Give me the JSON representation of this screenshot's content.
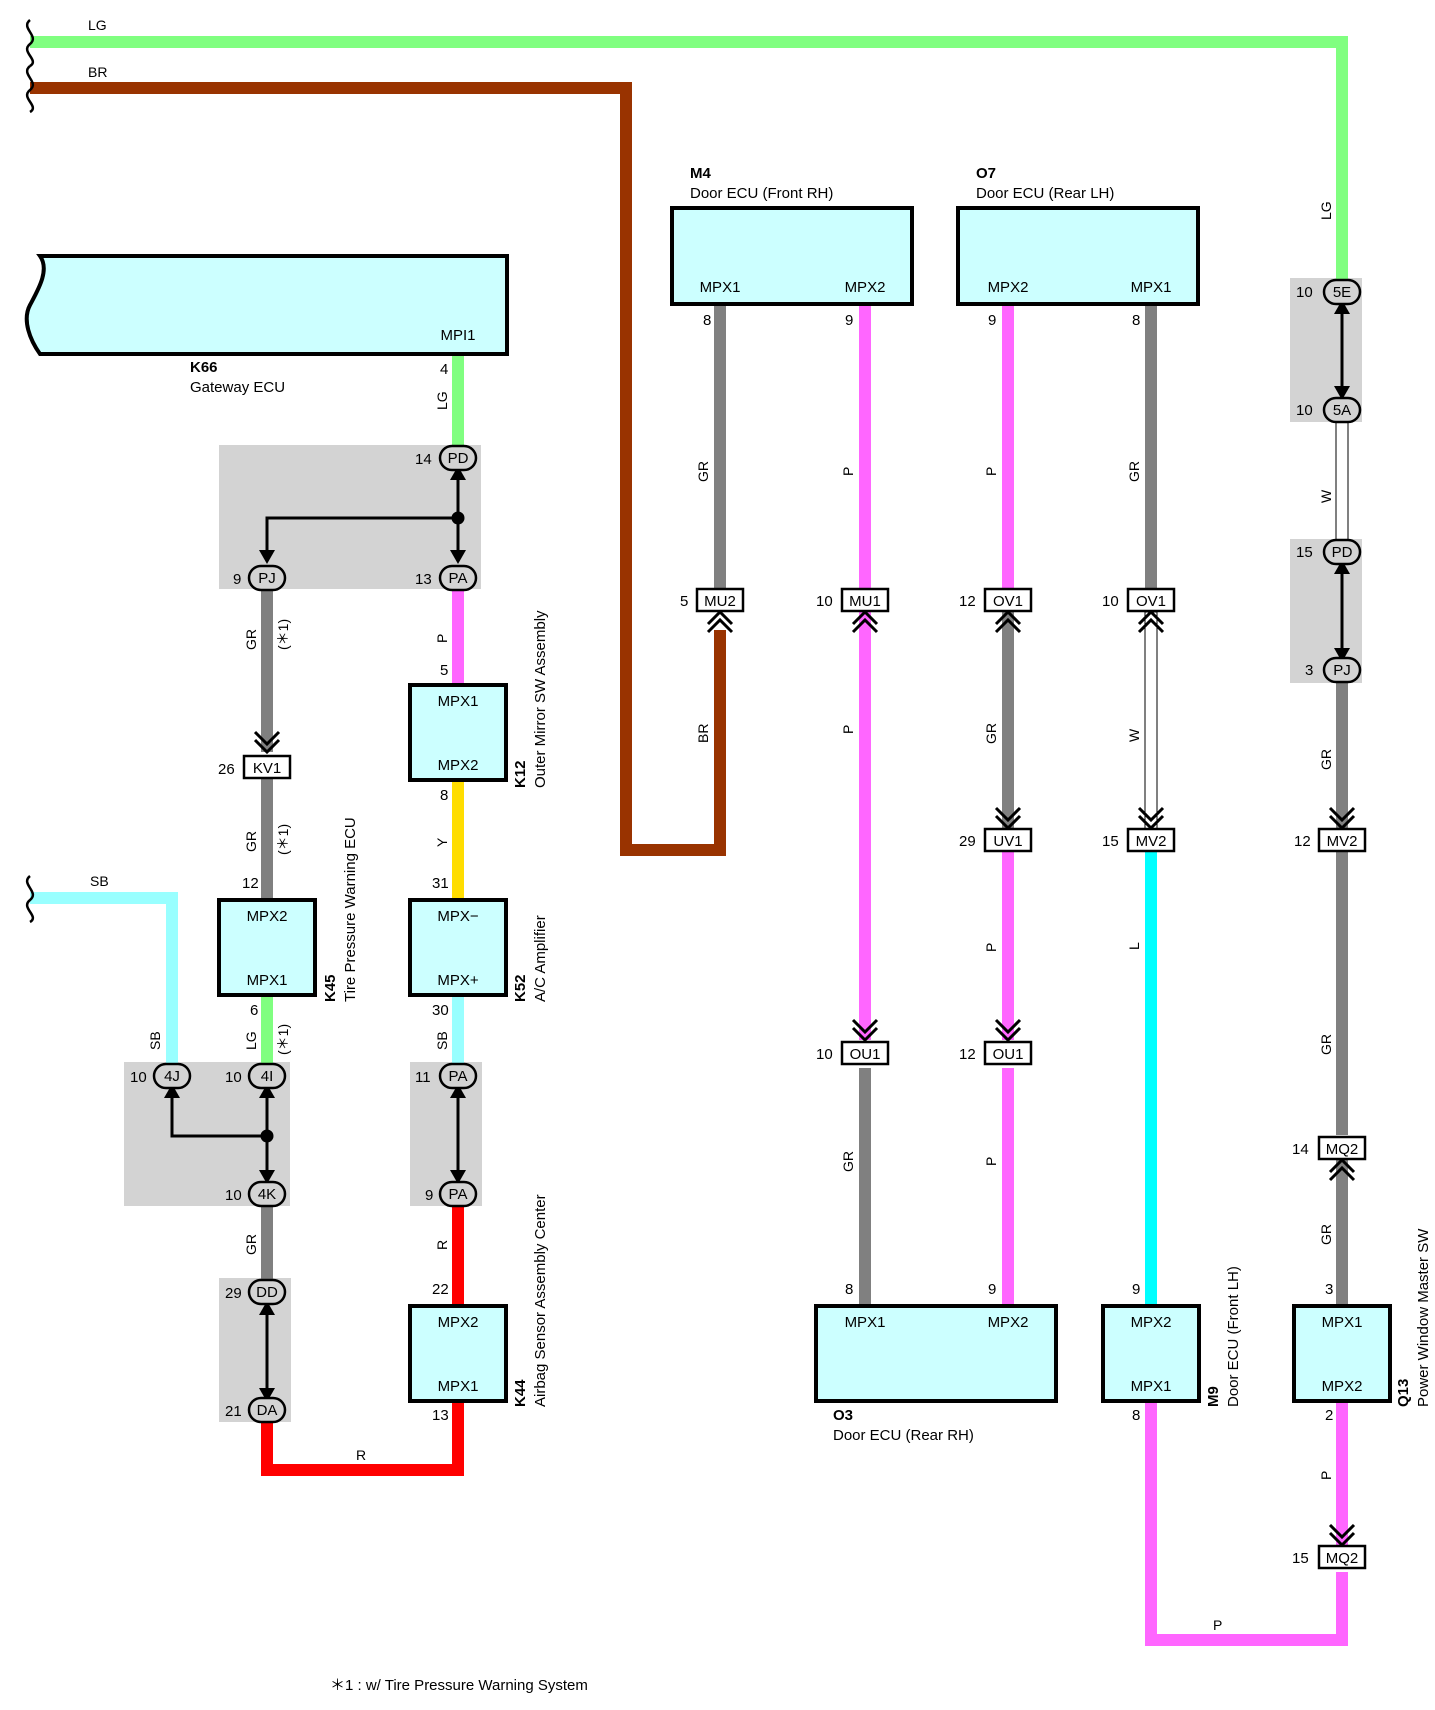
{
  "footnote": "＊1 : w/ Tire Pressure Warning System",
  "colors": {
    "LG": "#80ff80",
    "BR": "#993300",
    "GR": "#808080",
    "P": "#ff66ff",
    "Y": "#ffdd00",
    "SB": "#99ffff",
    "R": "#ff0000",
    "L": "#00ffff",
    "W": "#ffffff",
    "box": "#ccffff",
    "junction": "#d3d3d3"
  },
  "components": {
    "K66": {
      "code": "K66",
      "name": "Gateway ECU",
      "pins": [
        "MPI1"
      ]
    },
    "M4": {
      "code": "M4",
      "name": "Door ECU (Front RH)",
      "pins": [
        "MPX1",
        "MPX2"
      ]
    },
    "O7": {
      "code": "O7",
      "name": "Door ECU (Rear LH)",
      "pins": [
        "MPX2",
        "MPX1"
      ]
    },
    "K12": {
      "code": "K12",
      "name": "Outer Mirror SW Assembly",
      "pins": [
        "MPX1",
        "MPX2"
      ]
    },
    "K45": {
      "code": "K45",
      "name": "Tire Pressure Warning ECU",
      "pins": [
        "MPX2",
        "MPX1"
      ]
    },
    "K52": {
      "code": "K52",
      "name": "A/C Amplifier",
      "pins": [
        "MPX−",
        "MPX+"
      ]
    },
    "K44": {
      "code": "K44",
      "name": "Airbag Sensor Assembly Center",
      "pins": [
        "MPX2",
        "MPX1"
      ]
    },
    "O3": {
      "code": "O3",
      "name": "Door ECU (Rear RH)",
      "pins": [
        "MPX1",
        "MPX2"
      ]
    },
    "M9": {
      "code": "M9",
      "name": "Door ECU (Front LH)",
      "pins": [
        "MPX2",
        "MPX1"
      ]
    },
    "Q13": {
      "code": "Q13",
      "name": "Power Window Master SW",
      "pins": [
        "MPX1",
        "MPX2"
      ]
    }
  },
  "wire_labels": {
    "top_lg": "LG",
    "top_br": "BR",
    "sb_left": "SB",
    "k66_lg": "LG",
    "pa_p": "P",
    "pj_gr": "GR",
    "star1": "(＊1)",
    "kv1_gr": "GR",
    "star2": "(＊1)",
    "k12_y": "Y",
    "k45_lg": "LG",
    "star3": "(＊1)",
    "sb_k52": "SB",
    "sb_4j": "SB",
    "gr_4k": "GR",
    "r_pa": "R",
    "r_bottom": "R",
    "m4_gr": "GR",
    "m4_p": "P",
    "mu2_br": "BR",
    "mu1_p": "P",
    "o7_p": "P",
    "o7_gr": "GR",
    "ov1_gr": "GR",
    "ov1_w": "W",
    "uv1_p": "P",
    "mv2_l": "L",
    "ou1_gr": "GR",
    "ou1_p": "P",
    "right_lg": "LG",
    "right_w": "W",
    "pj_right_gr": "GR",
    "mv2_right_gr": "GR",
    "mq2_gr": "GR",
    "q13_p": "P",
    "bottom_p": "P"
  },
  "pin_numbers": {
    "k66_4": "4",
    "pd_14": "14",
    "pj_9": "9",
    "pa_13": "13",
    "k12_5": "5",
    "kv1_26": "26",
    "k12_8": "8",
    "k52_31": "31",
    "k45_12": "12",
    "k45_6": "6",
    "k52_30": "30",
    "j4j_10": "10",
    "j4i_10": "10",
    "pa11": "11",
    "j4k_10": "10",
    "pa9": "9",
    "dd_29": "29",
    "k44_22": "22",
    "da_21": "21",
    "k44_13": "13",
    "m4_8": "8",
    "m4_9": "9",
    "o7_9": "9",
    "o7_8": "8",
    "mu2_5": "5",
    "mu1_10": "10",
    "ov1_12": "12",
    "ov1_10": "10",
    "uv1_29": "29",
    "mv2_15": "15",
    "ou1_10": "10",
    "ou1_12": "12",
    "o3_8": "8",
    "o3_9": "9",
    "m9_9": "9",
    "m9_8": "8",
    "e5_10": "10",
    "a5_10": "10",
    "pd_15": "15",
    "pj_3": "3",
    "mv2r_12": "12",
    "mq2_14": "14",
    "q13_3": "3",
    "q13_2": "2",
    "mq2_15": "15"
  },
  "connectors": {
    "PD_left": "PD",
    "PJ_left": "PJ",
    "PA_left": "PA",
    "KV1": "KV1",
    "J4J": "4J",
    "J4I": "4I",
    "J4K": "4K",
    "PA11": "PA",
    "PA9": "PA",
    "DD": "DD",
    "DA": "DA",
    "MU2": "MU2",
    "MU1": "MU1",
    "OV1a": "OV1",
    "OV1b": "OV1",
    "UV1": "UV1",
    "MV2": "MV2",
    "OU1a": "OU1",
    "OU1b": "OU1",
    "E5": "5E",
    "A5": "5A",
    "PD_right": "PD",
    "PJ_right": "PJ",
    "MV2_right": "MV2",
    "MQ2a": "MQ2",
    "MQ2b": "MQ2"
  }
}
